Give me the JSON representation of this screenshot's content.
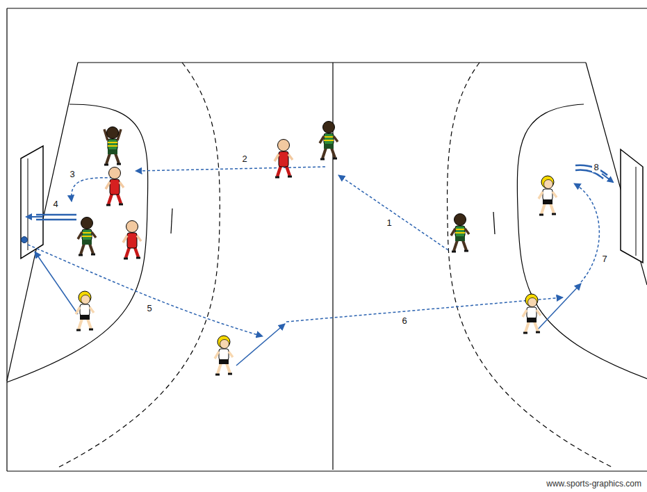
{
  "diagram": {
    "labels": [
      "2",
      "8",
      "3",
      "4",
      "1",
      "7",
      "5",
      "6",
      "www.sports-graphics.com"
    ]
  }
}
